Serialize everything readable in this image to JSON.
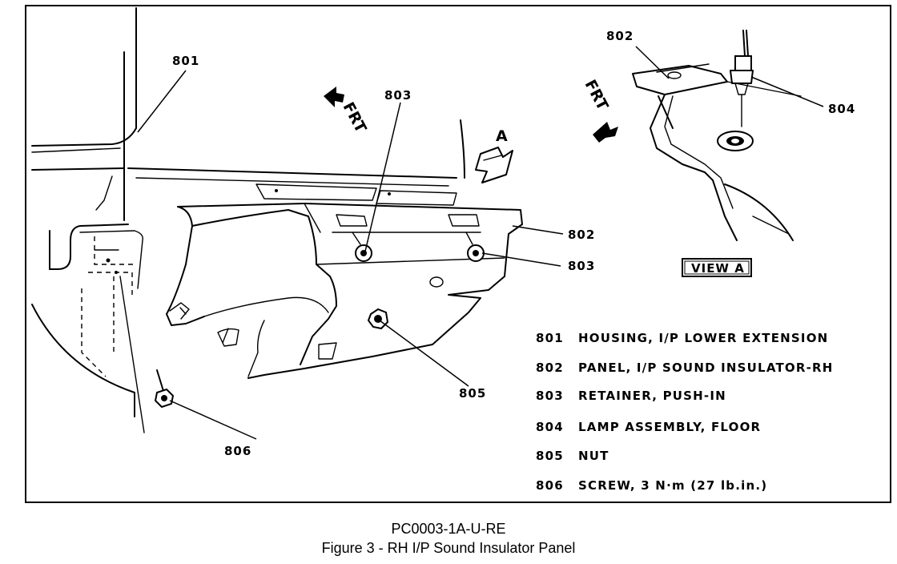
{
  "callouts": {
    "c801": "801",
    "c802_top": "802",
    "c802_main": "802",
    "c803_top": "803",
    "c803_right": "803",
    "c804": "804",
    "c805": "805",
    "c806": "806"
  },
  "frt_left": "FRT",
  "frt_right": "FRT",
  "view_marker": "A",
  "view_label": "VIEW A",
  "legend": [
    {
      "num": "801",
      "desc": "HOUSING, I/P LOWER EXTENSION"
    },
    {
      "num": "802",
      "desc": "PANEL, I/P SOUND INSULATOR-RH"
    },
    {
      "num": "803",
      "desc": "RETAINER, PUSH-IN"
    },
    {
      "num": "804",
      "desc": "LAMP ASSEMBLY, FLOOR"
    },
    {
      "num": "805",
      "desc": "NUT"
    },
    {
      "num": "806",
      "desc": "SCREW, 3 N·m (27 lb.in.)"
    }
  ],
  "caption": {
    "code": "PC0003-1A-U-RE",
    "title": "Figure 3 - RH I/P Sound Insulator Panel"
  }
}
